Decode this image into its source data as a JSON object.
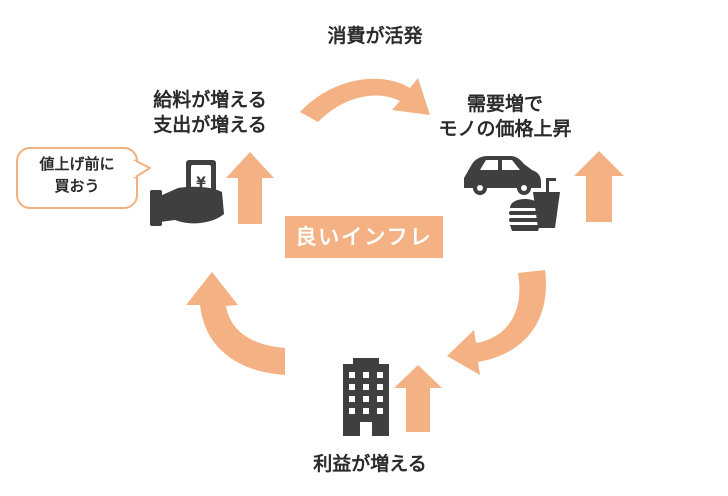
{
  "nodes": {
    "top": "消費が活発",
    "left_line1": "給料が増える",
    "left_line2": "支出が増える",
    "right_line1": "需要増で",
    "right_line2": "モノの価格上昇",
    "bottom": "利益が増える"
  },
  "bubble": {
    "line1": "値上げ前に",
    "line2": "買おう"
  },
  "center_label": "良いインフレ",
  "colors": {
    "accent": "#f4b183",
    "icon": "#3f3f3f",
    "text": "#2b2b2b"
  },
  "icons": [
    "hand-with-money-icon",
    "car-icon",
    "burger-icon",
    "drink-icon",
    "building-icon",
    "up-arrow-icon",
    "cycle-arrow-icon"
  ]
}
